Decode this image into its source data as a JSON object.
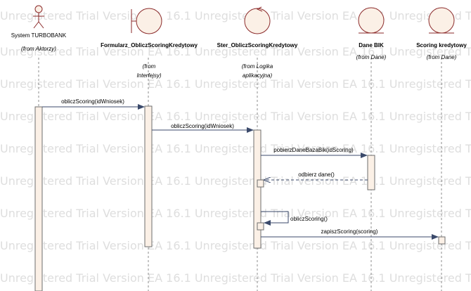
{
  "watermark": "Unregistered Trial Version   EA 16.1 Unregistered Trial Version   EA 16.1 Unregistered Trial Version   EA 16.1 Unregistered Trial Version",
  "lifelines": [
    {
      "id": "actor",
      "shape": "actor",
      "name": "System TURBOBANK",
      "bold": false,
      "from": [
        "(from Aktorzy)"
      ]
    },
    {
      "id": "form",
      "shape": "boundary",
      "name": "Formularz_ObliczScoringKredytowy",
      "bold": true,
      "from": [
        "(from",
        "Interfejsy)"
      ]
    },
    {
      "id": "ctrl",
      "shape": "control",
      "name": "Ster_ObliczScoringKredytowy",
      "bold": true,
      "from": [
        "(from Logika",
        "aplikacyjna)"
      ]
    },
    {
      "id": "bik",
      "shape": "entity",
      "name": "Dane BIK",
      "bold": true,
      "from": [
        "(from Dane)"
      ]
    },
    {
      "id": "scoring",
      "shape": "entity",
      "name": "Scoring kredytowy",
      "bold": true,
      "from": [
        "(from Dane)"
      ]
    }
  ],
  "messages": [
    {
      "label": "obliczScoring(idWniosek)",
      "from": "actor",
      "to": "form",
      "kind": "call"
    },
    {
      "label": "obliczScoring(idWniosek)",
      "from": "form",
      "to": "ctrl",
      "kind": "call"
    },
    {
      "label": "pobierzDaneBazaBik(idScoring)",
      "from": "ctrl",
      "to": "bik",
      "kind": "call"
    },
    {
      "label": "odbierz dane()",
      "from": "bik",
      "to": "ctrl",
      "kind": "return"
    },
    {
      "label": "obliczScoring()",
      "from": "ctrl",
      "to": "ctrl",
      "kind": "self"
    },
    {
      "label": "zapiszScoring(scoring)",
      "from": "ctrl",
      "to": "scoring",
      "kind": "call"
    }
  ]
}
